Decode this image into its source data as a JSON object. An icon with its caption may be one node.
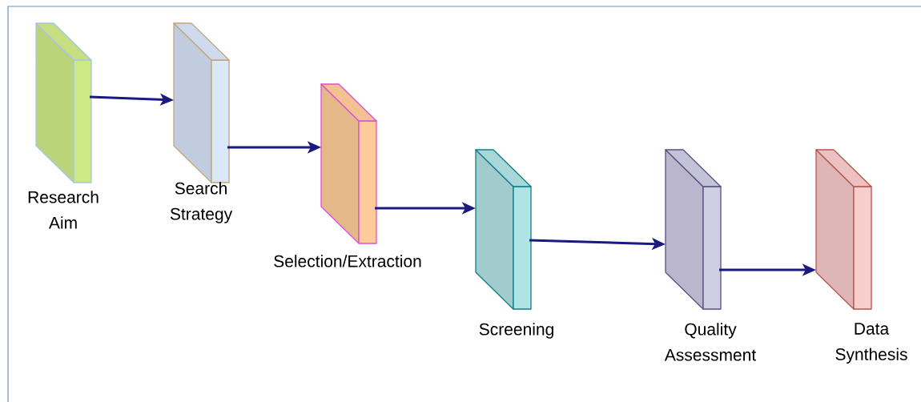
{
  "diagram": {
    "nodes": [
      {
        "text": [
          "Research Aim"
        ]
      },
      {
        "text": [
          "Search Strategy"
        ]
      },
      {
        "text": [
          "Selection/Extraction"
        ]
      },
      {
        "text": [
          "Screening"
        ]
      },
      {
        "text": [
          "Quality Assessment"
        ]
      },
      {
        "text": [
          "Data Synthesis"
        ]
      }
    ],
    "edges": [
      {
        "from": 0,
        "to": 1,
        "arrow": "to"
      },
      {
        "from": 1,
        "to": 2,
        "arrow": "to"
      },
      {
        "from": 2,
        "to": 3,
        "arrow": "to"
      },
      {
        "from": 3,
        "to": 4,
        "arrow": "to"
      },
      {
        "from": 4,
        "to": 5,
        "arrow": "to"
      }
    ]
  }
}
